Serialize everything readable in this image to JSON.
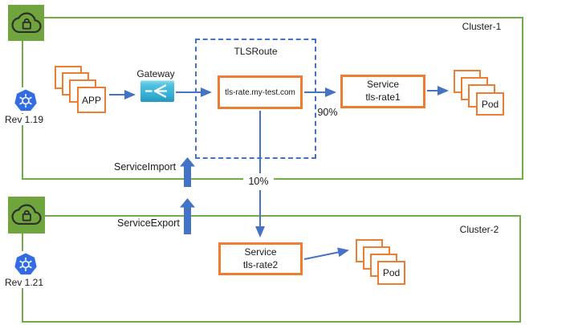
{
  "diagram": {
    "clusters": [
      {
        "label": "Cluster-1",
        "k8s_rev": "Rev 1.19"
      },
      {
        "label": "Cluster-2",
        "k8s_rev": "Rev 1.21"
      }
    ],
    "app": {
      "label": "APP"
    },
    "gateway": {
      "label": "Gateway"
    },
    "tlsroute": {
      "label": "TLSRoute",
      "hostname": "tls-rate.my-test.com"
    },
    "services": [
      {
        "kind": "Service",
        "name": "tls-rate1"
      },
      {
        "kind": "Service",
        "name": "tls-rate2"
      }
    ],
    "pods": [
      {
        "label": "Pod"
      },
      {
        "label": "Pod"
      }
    ],
    "traffic_split": {
      "to_service1": "90%",
      "to_service2": "10%"
    },
    "multicluster": {
      "import_label": "ServiceImport",
      "export_label": "ServiceExport"
    },
    "icons": {
      "cloud": "cloud-lock-icon",
      "kubernetes": "kubernetes-icon",
      "gateway": "gateway-load-balancer-icon"
    },
    "colors": {
      "cluster_border": "#70AD47",
      "cloud_square": "#6FA53C",
      "node_border": "#ED7D31",
      "arrow_blue": "#4472C4",
      "gateway_cyan": "#3FB8DB",
      "kubernetes_blue": "#326CE5"
    }
  }
}
